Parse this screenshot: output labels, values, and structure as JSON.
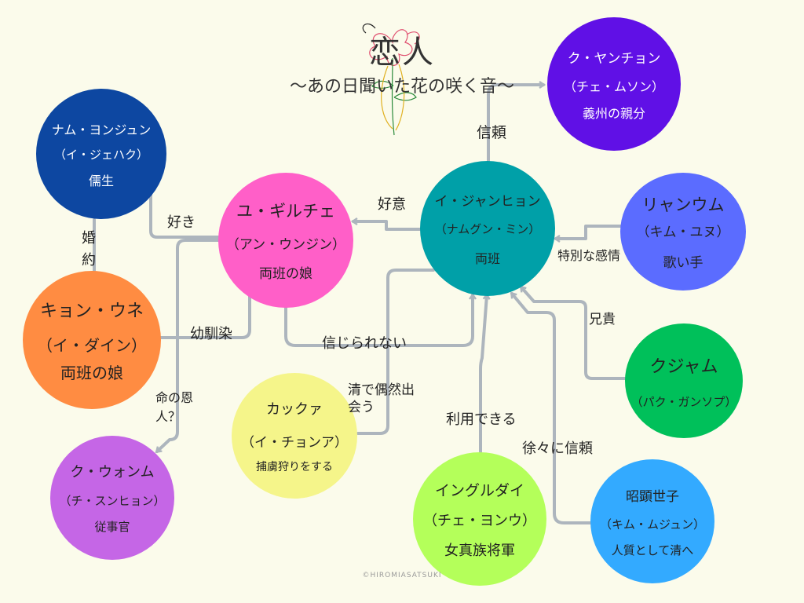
{
  "title": "恋人",
  "subtitle": "～あの日聞いた花の咲く音～",
  "copyright": "©HIROMIASATSUKI",
  "colors": {
    "background": "#fbfbeb",
    "connector": "#adb5bd"
  },
  "characters": {
    "nam": {
      "name": "ナム・ヨンジュン",
      "sub": "（イ・ジェハク）",
      "role": "儒生",
      "color": "#0d47a1",
      "text_color": "#ffffff"
    },
    "kyon": {
      "name": "キョン・ウネ",
      "sub": "（イ・ダイン）",
      "role": "両班の娘",
      "color": "#ff8c42",
      "text_color": "#222222"
    },
    "yu": {
      "name": "ユ・ギルチェ",
      "sub": "（アン・ウンジン）",
      "role": "両班の娘",
      "color": "#ff5fc8",
      "text_color": "#222222"
    },
    "lee": {
      "name": "イ・ジャンヒョン",
      "sub": "（ナムグン・ミン）",
      "role": "両班",
      "color": "#00a0a8",
      "text_color": "#222222"
    },
    "ku_yang": {
      "name": "ク・ヤンチョン",
      "sub": "（チェ・ムソン）",
      "role": "義州の親分",
      "color": "#6010e6",
      "text_color": "#ffffff"
    },
    "ryang": {
      "name": "リャンウム",
      "sub": "（キム・ユヌ）",
      "role": "歌い手",
      "color": "#5b6cff",
      "text_color": "#222222"
    },
    "kujam": {
      "name": "クジャム",
      "sub": "（パク・ガンソプ）",
      "role": "",
      "color": "#00c05a",
      "text_color": "#222222"
    },
    "kakkua": {
      "name": "カックァ",
      "sub": "（イ・チョンア）",
      "role": "捕虜狩りをする",
      "color": "#f5f58a",
      "text_color": "#222222"
    },
    "ku_won": {
      "name": "ク・ウォンム",
      "sub": "（チ・スンヒョン）",
      "role": "従事官",
      "color": "#c566e6",
      "text_color": "#222222"
    },
    "ingul": {
      "name": "イングルダイ",
      "sub": "（チェ・ヨンウ）",
      "role": "女真族将軍",
      "color": "#b4ff5a",
      "text_color": "#222222"
    },
    "sohyon": {
      "name": "昭顕世子",
      "sub": "（キム・ムジュン）",
      "role": "人質として清へ",
      "color": "#33aaff",
      "text_color": "#222222"
    }
  },
  "relations": {
    "shinrai": "信頼",
    "koi": "好意",
    "suki": "好き",
    "konyaku": "婚約",
    "tokubetsu": "特別な感情",
    "aniki": "兄貴",
    "osananajimi": "幼馴染",
    "shinjirarenai": "信じられない",
    "inochi": "命の恩人？",
    "shin_de": "清で偶然出会う",
    "riyou": "利用できる",
    "jojo": "徐々に信頼"
  }
}
